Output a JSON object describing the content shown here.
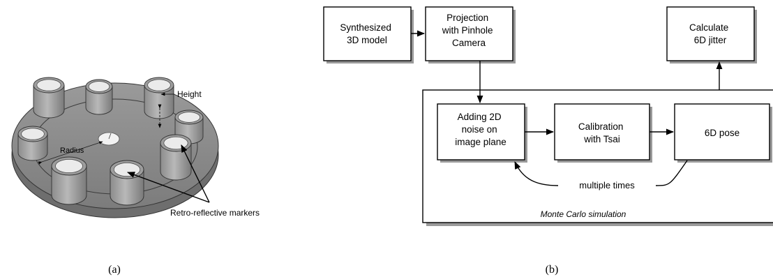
{
  "panel_a": {
    "caption": "(a)",
    "labels": {
      "height": "Height",
      "radius": "Radius",
      "markers": "Retro-reflective markers"
    }
  },
  "panel_b": {
    "caption": "(b)",
    "boxes": {
      "synth": [
        "Synthesized",
        "3D model"
      ],
      "proj": [
        "Projection",
        "with Pinhole",
        "Camera"
      ],
      "jitter": [
        "Calculate",
        "6D jitter"
      ],
      "noise": [
        "Adding 2D",
        "noise on",
        "image plane"
      ],
      "calib": [
        "Calibration",
        "with Tsai"
      ],
      "pose": [
        "6D pose"
      ]
    },
    "loop_label": "multiple times",
    "container_label": "Monte Carlo simulation"
  }
}
